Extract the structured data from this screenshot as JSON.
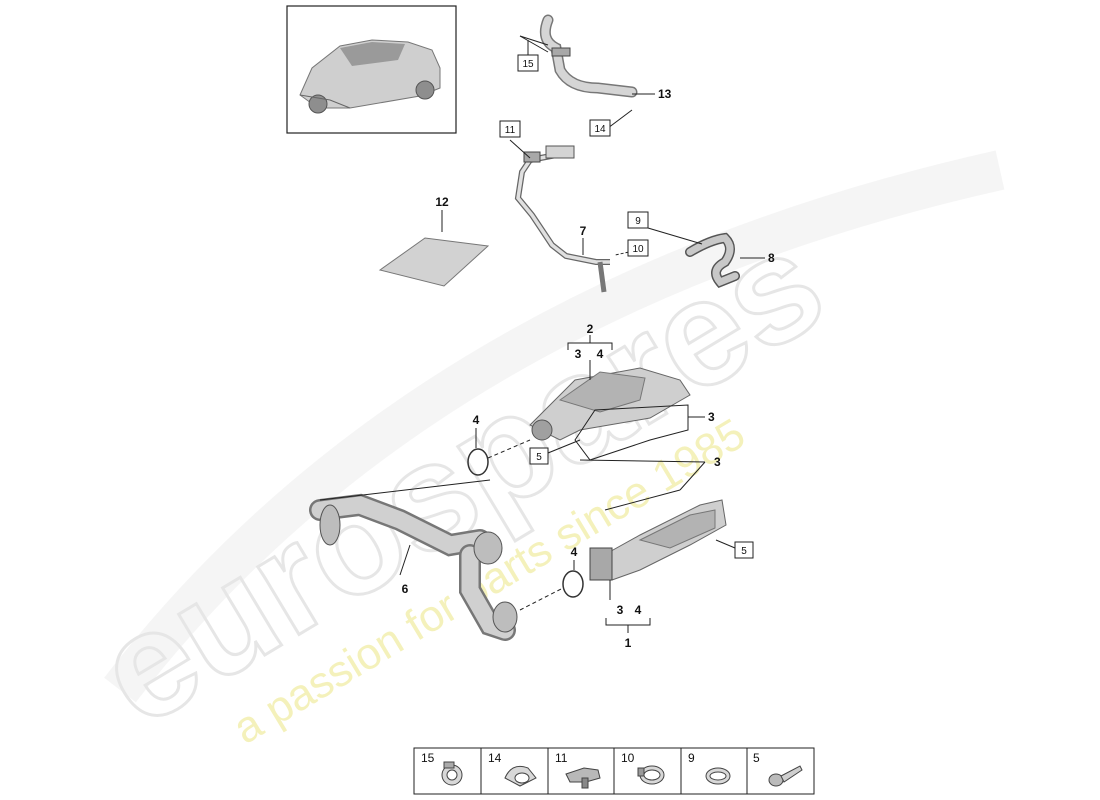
{
  "watermark": {
    "brand": "eurospares",
    "tagline": "a passion for parts since 1985"
  },
  "callouts": {
    "c1": "1",
    "c2": "2",
    "c3a": "3",
    "c3b": "3",
    "c3c": "3",
    "c3d": "3",
    "c4a": "4",
    "c4b": "4",
    "c4c": "4",
    "c4d": "4",
    "c5a": "5",
    "c5b": "5",
    "c6": "6",
    "c7": "7",
    "c8": "8",
    "c9": "9",
    "c10": "10",
    "c11": "11",
    "c12": "12",
    "c13": "13",
    "c14": "14",
    "c15": "15"
  },
  "legend": [
    {
      "number": "15",
      "icon": "hose-clamp-icon"
    },
    {
      "number": "14",
      "icon": "spring-clamp-icon"
    },
    {
      "number": "11",
      "icon": "connector-icon"
    },
    {
      "number": "10",
      "icon": "band-clamp-icon"
    },
    {
      "number": "9",
      "icon": "ring-clamp-icon"
    },
    {
      "number": "5",
      "icon": "bolt-icon"
    }
  ]
}
